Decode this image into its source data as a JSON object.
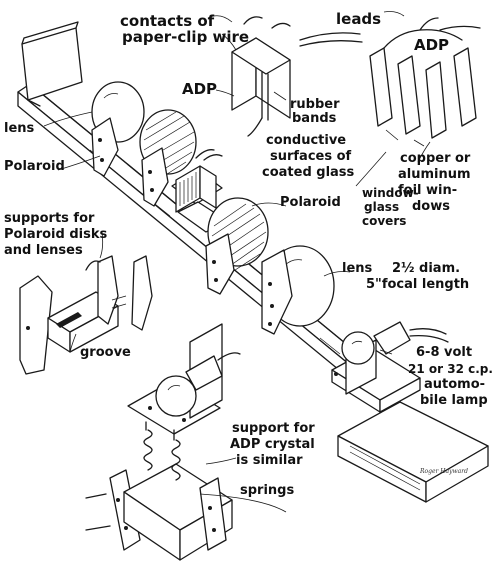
{
  "labels": {
    "contacts": "contacts of",
    "paper_clip_wire": "paper-clip wire",
    "leads": "leads",
    "adp_right": "ADP",
    "adp_left": "ADP",
    "rubber": "rubber",
    "bands": "bands",
    "lens_left": "lens",
    "conductive": "conductive",
    "surfaces_of": "surfaces of",
    "coated_glass": "coated glass",
    "polaroid_left": "Polaroid",
    "polaroid_mid": "Polaroid",
    "window": "window-",
    "glass_covers": "glass",
    "covers": "covers",
    "copper_or": "copper or",
    "aluminum": "aluminum",
    "foil_win": "foil win-",
    "dows": "dows",
    "supports_for": "supports for",
    "polaroid_disks": "Polaroid disks",
    "and_lenses": "and lenses",
    "lens_right": "lens",
    "diam": "2½ diam.",
    "focal": "5\"focal length",
    "groove": "groove",
    "volt": "6-8 volt",
    "cp": "21 or 32 c.p.",
    "automo": "automo-",
    "bile_lamp": "bile lamp",
    "support_for": "support for",
    "adp_crystal": "ADP crystal",
    "is_similar": "is similar",
    "springs": "springs"
  },
  "signature": "Roger Hayward"
}
